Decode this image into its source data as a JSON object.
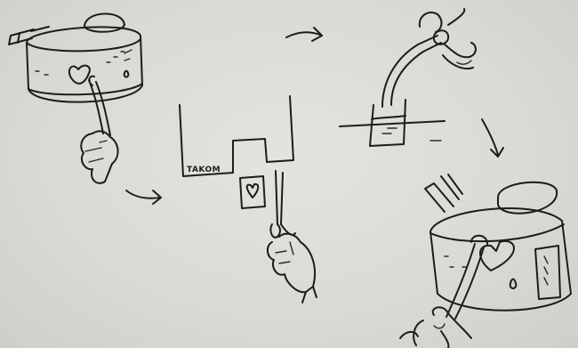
{
  "image": {
    "background_color": "#dcdbd7",
    "ink_color": "#1c1c1c"
  },
  "steps": [
    {
      "step": 1,
      "depicts": "teabag-pulled-from-device"
    },
    {
      "step": 2,
      "depicts": "cutting-label-with-scissors",
      "label_text": "TAKOM"
    },
    {
      "step": 3,
      "depicts": "dipping-bag-in-liquid"
    },
    {
      "step": 4,
      "depicts": "teabag-in-device-with-heart"
    }
  ]
}
